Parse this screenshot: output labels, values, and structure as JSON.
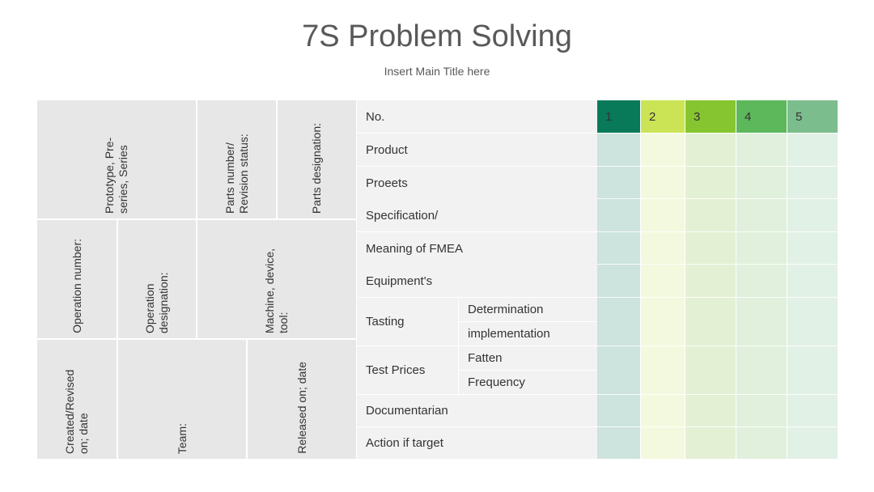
{
  "header": {
    "title": "7S Problem Solving",
    "subtitle": "Insert Main Title here"
  },
  "left_panel": {
    "cells": [
      "Prototype, Pre-series, Series",
      "Parts number/ Revision status:",
      "Parts designation:",
      "Operation number:",
      "Operation designation:",
      "Machine, device, tool:",
      "Created/Revised on; date",
      "Team:",
      "Released on; date"
    ]
  },
  "table": {
    "header_label": "No.",
    "columns": [
      "1",
      "2",
      "3",
      "4",
      "5"
    ],
    "column_colors": [
      "#087a5a",
      "#cbe455",
      "#86c52f",
      "#5cb85a",
      "#7bbd8c"
    ],
    "column_tints": [
      "#cde3de",
      "#f3f9de",
      "#e4f0d4",
      "#e0f0dc",
      "#e2f1e6"
    ],
    "rows": {
      "product": "Product",
      "proeets": "Proeets",
      "specification": "Specification/",
      "meaning": "Meaning of FMEA",
      "equipment": "Equipment's",
      "tasting": "Tasting",
      "determination": "Determination",
      "implementation": "implementation",
      "test_prices": "Test Prices",
      "fatten": "Fatten",
      "frequency": "Frequency",
      "documentarian": "Documentarian",
      "action": "Action if target"
    }
  }
}
